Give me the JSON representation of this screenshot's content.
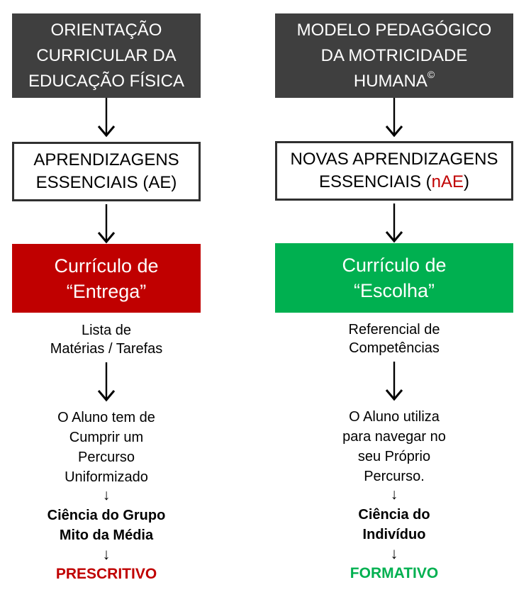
{
  "colors": {
    "dark_box_bg": "#3f3f3f",
    "dark_box_text": "#ffffff",
    "outline_box_border": "#303030",
    "accent_red": "#c00000",
    "accent_green": "#00b050",
    "text": "#000000"
  },
  "left": {
    "top_box": {
      "lines": [
        "ORIENTAÇÃO",
        "CURRICULAR DA",
        "EDUCAÇÃO FÍSICA"
      ]
    },
    "outline_box": {
      "lines": [
        "APRENDIZAGENS",
        "ESSENCIAIS (AE)"
      ]
    },
    "color_box": {
      "lines": [
        "Currículo de",
        "“Entrega”"
      ]
    },
    "subtitle_lines": [
      "Lista de",
      "Matérias / Tarefas"
    ],
    "body_lines": [
      "O Aluno tem de",
      "Cumprir um",
      "Percurso",
      "Uniformizado"
    ],
    "arrow_glyph": "↓",
    "emphasis_lines": [
      "Ciência do Grupo",
      "Mito da Média"
    ],
    "arrow_glyph_bold": "↓",
    "final_label": "PRESCRITIVO"
  },
  "right": {
    "top_box": {
      "line1": "MODELO PEDAGÓGICO",
      "line2": "DA MOTRICIDADE",
      "line3_text": "HUMANA",
      "line3_sup": "©"
    },
    "outline_box": {
      "line1": "NOVAS APRENDIZAGENS",
      "line2_prefix": "ESSENCIAIS (",
      "line2_highlight": "nAE",
      "line2_suffix": ")"
    },
    "color_box": {
      "lines": [
        "Currículo de",
        "“Escolha”"
      ]
    },
    "subtitle_lines": [
      "Referencial de",
      "Competências"
    ],
    "body_lines": [
      "O Aluno utiliza",
      "para navegar no",
      "seu Próprio",
      "Percurso."
    ],
    "arrow_glyph": "↓",
    "emphasis_lines": [
      "Ciência do",
      "Indivíduo"
    ],
    "arrow_glyph_bold": "↓",
    "final_label": "FORMATIVO"
  }
}
